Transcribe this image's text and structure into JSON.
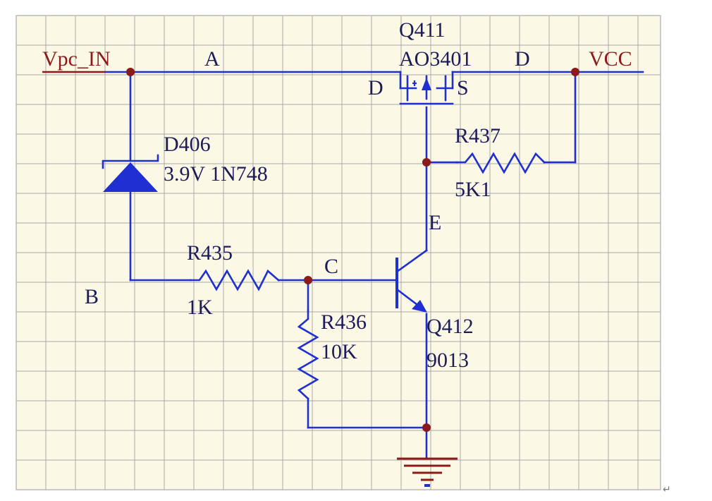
{
  "labels": {
    "net_in": "Vpc_IN",
    "net_out": "VCC",
    "node_a": "A",
    "node_b": "B",
    "node_c": "C",
    "node_d": "D",
    "node_e": "E",
    "mosfet_drain": "D",
    "mosfet_source": "S"
  },
  "components": {
    "mosfet": {
      "ref": "Q411",
      "part": "AO3401"
    },
    "zener": {
      "ref": "D406",
      "value": "3.9V 1N748"
    },
    "r435": {
      "ref": "R435",
      "value": "1K"
    },
    "r436": {
      "ref": "R436",
      "value": "10K"
    },
    "r437": {
      "ref": "R437",
      "value": "5K1"
    },
    "transistor": {
      "ref": "Q412",
      "part": "9013"
    }
  },
  "colors": {
    "paper": "#fbf9e6",
    "grid": "#a9a9a9",
    "wire": "#1f2fd1",
    "junction": "#8b1a1a",
    "text_dark": "#1e1b5a",
    "text_red": "#8b1a1a"
  },
  "end_mark": "↵"
}
